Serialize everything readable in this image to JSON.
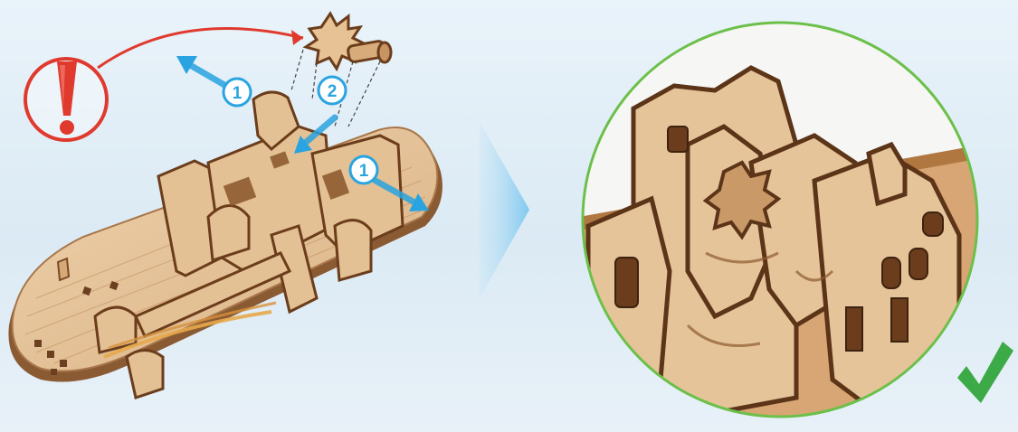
{
  "scene": {
    "title": "",
    "step_markers": [
      "1",
      "2",
      "1"
    ],
    "colors": {
      "background": "#e2eef7",
      "wood_light": "#e8c9a0",
      "wood_mid": "#d5a874",
      "wood_dark": "#7a4a26",
      "arrow_blue": "#2aa4e0",
      "warning_red": "#e03a2e",
      "check_green": "#3daa48",
      "zoom_ring_green": "#6cc04a"
    },
    "icons": {
      "warning": "warning-exclamation-icon",
      "check": "checkmark-icon",
      "next": "next-step-chevron-icon"
    }
  }
}
